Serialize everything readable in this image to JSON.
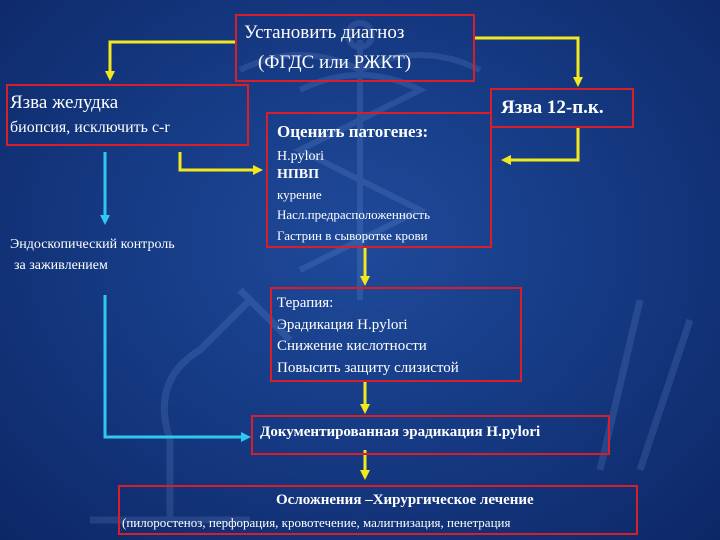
{
  "colors": {
    "background": "#163b85",
    "box_border": "#d81e28",
    "arrow_yellow": "#f2e81c",
    "arrow_cyan": "#2ec8f0",
    "text": "#ffffff"
  },
  "icons": [
    "caduceus-emblem",
    "microscope-emblem"
  ],
  "diagnosis": {
    "line1": "Установить диагноз",
    "line2": "(ФГДС или РЖКТ)"
  },
  "gastric_ulcer": {
    "title": "Язва желудка",
    "subtitle": "биопсия, исключить с-r"
  },
  "duodenal_ulcer": {
    "title": "Язва 12-п.к."
  },
  "pathogenesis": {
    "title": "Оценить патогенез:",
    "items": [
      "H.pylori",
      "НПВП",
      "курение",
      "Насл.предрасположенность",
      "Гастрин в сыворотке крови"
    ]
  },
  "endoscopic": {
    "line1": "Эндоскопический контроль",
    "line2": "за заживлением"
  },
  "therapy": {
    "title": "Терапия:",
    "items": [
      "Эрадикация H.pylori",
      "Снижение кислотности",
      "Повысить защиту слизистой"
    ]
  },
  "documented": {
    "text": "Документированная эрадикация H.pylori"
  },
  "complications": {
    "title": "Осложнения –Хирургическое лечение",
    "detail": "(пилоростеноз, перфорация, кровотечение, малигнизация, пенетрация"
  }
}
